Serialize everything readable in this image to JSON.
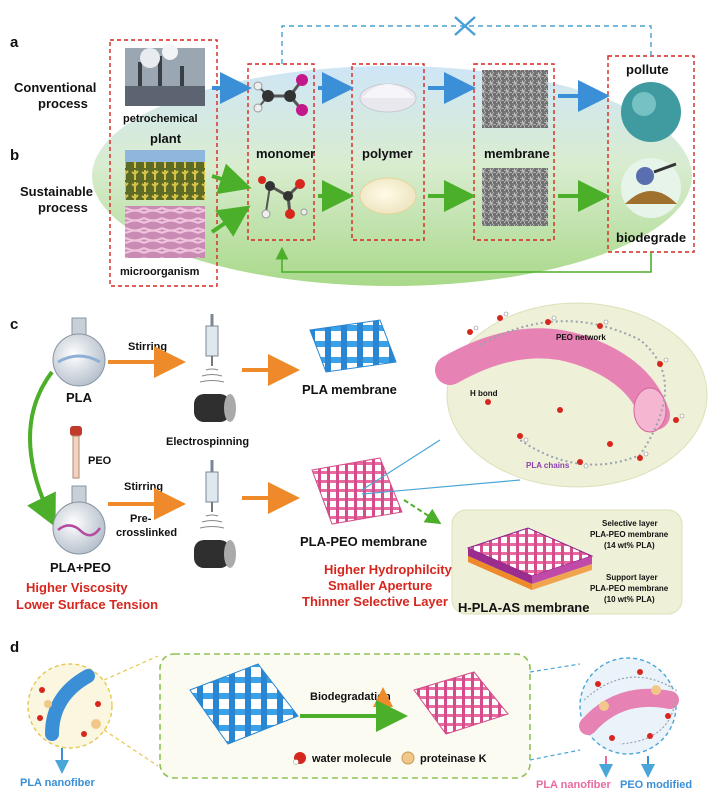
{
  "panels": {
    "a": "a",
    "b": "b",
    "c": "c",
    "d": "d"
  },
  "top": {
    "conventional": [
      "Conventional",
      "process"
    ],
    "sustainable": [
      "Sustainable",
      "process"
    ],
    "petrochemical": "petrochemical",
    "plant": "plant",
    "microorganism": "microorganism",
    "monomer": "monomer",
    "polymer": "polymer",
    "membrane": "membrane",
    "pollute": "pollute",
    "biodegrade": "biodegrade"
  },
  "middle": {
    "pla": "PLA",
    "stirring1": "Stirring",
    "electrospinning": "Electrospinning",
    "pla_membrane": "PLA membrane",
    "peo": "PEO",
    "stirring2": "Stirring",
    "precrosslinked": [
      "Pre-",
      "crosslinked"
    ],
    "pla_peo": "PLA+PEO",
    "pla_peo_membrane": "PLA-PEO membrane",
    "properties_left": [
      "Higher Viscosity",
      "Lower Surface Tension"
    ],
    "properties_right": [
      "Higher Hydrophilcity",
      "Smaller Aperture",
      "Thinner Selective Layer"
    ],
    "peo_network": "PEO network",
    "h_bond": "H bond",
    "pla_chains": "PLA chains",
    "selective_layer": [
      "Selective layer",
      "PLA-PEO membrane",
      "(14 wt% PLA)"
    ],
    "support_layer": [
      "Support layer",
      "PLA-PEO membrane",
      "(10 wt% PLA)"
    ],
    "hpla_as": "H-PLA-AS membrane"
  },
  "bottom": {
    "biodegradation": "Biodegradation",
    "water_molecule": "water molecule",
    "proteinase": "proteinase K",
    "pla_nanofiber_left": "PLA nanofiber",
    "pla_nanofiber_right": "PLA nanofiber",
    "peo_modified": "PEO modified"
  },
  "colors": {
    "red": "#d7261e",
    "blue": "#3aa0e8",
    "green": "#4caf2a",
    "orange": "#ee8a2a",
    "pink": "#e86aa0"
  }
}
